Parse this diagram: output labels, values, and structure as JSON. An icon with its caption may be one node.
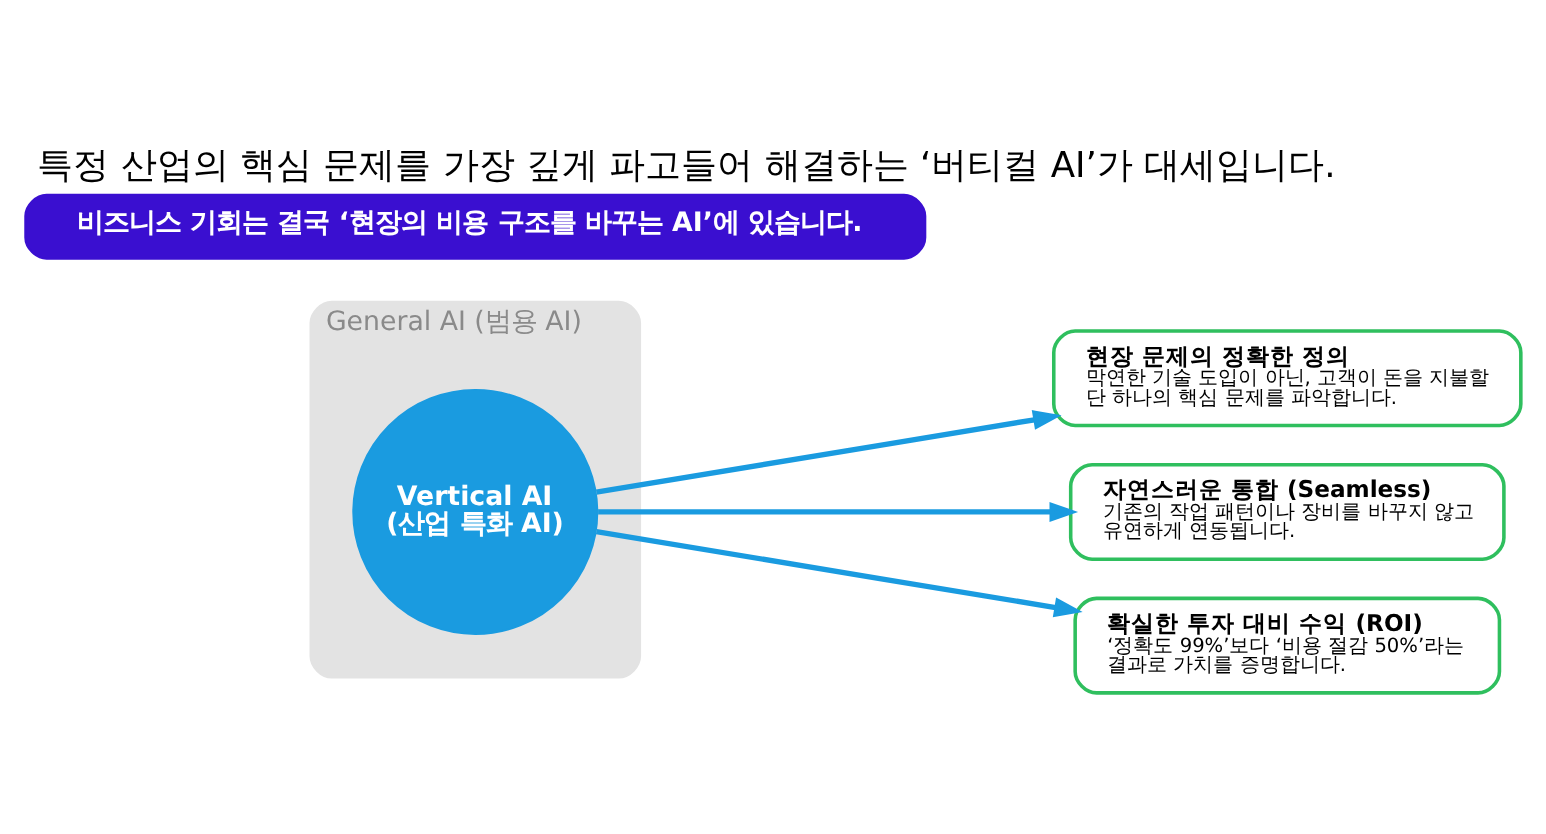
{
  "diagram": {
    "title": "특정 산업의 핵심 문제를 가장 깊게 파고들어 해결하는 ‘버티컬 AI’가 대세입니다.",
    "nodes": [
      {
        "text": [
          "General AI (범용 AI)"
        ]
      },
      {
        "text": [
          "Vertical AI (산업 특화 AI)"
        ],
        "in": 0
      },
      {
        "text": [
          "현장 문제의 정확한 정의",
          "막연한 기술 도입이 아닌, 고객이 돈을 지불할 단 하나의 핵심 문제를 파악합니다."
        ]
      },
      {
        "text": [
          "자연스러운 통합 (Seamless)",
          "기존의 작업 패턴이나 장비를 바꾸지 않고 유연하게 연동됩니다."
        ]
      },
      {
        "text": [
          "확실한 투자 대비 수익 (ROI)",
          "‘정확도 99%’보다 ‘비용 절감 50%’라는 결과로 가치를 증명합니다."
        ]
      },
      {
        "text": [
          "비즈니스 기회는 결국 ‘현장의 비용 구조를 바꾸는 AI’에 있습니다."
        ]
      }
    ],
    "edges": [
      {
        "from": 1,
        "to": 2,
        "arrow": "to"
      },
      {
        "from": 1,
        "to": 3,
        "arrow": "to"
      },
      {
        "from": 1,
        "to": 4,
        "arrow": "to"
      }
    ]
  }
}
